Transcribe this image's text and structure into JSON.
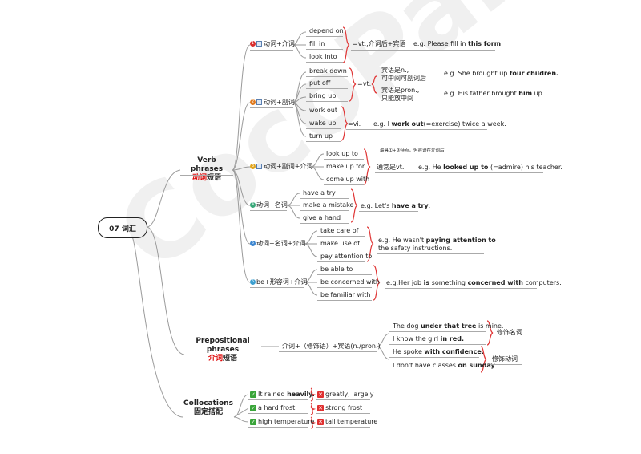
{
  "watermark": "CocoParis",
  "root": "07 词汇",
  "sections": {
    "verb": {
      "en": "Verb phrases",
      "cn_a": "动词",
      "cn_b": "短语"
    },
    "prep": {
      "en": "Prepositional phrases",
      "cn_a": "介词",
      "cn_b": "短语"
    },
    "colloc": {
      "en": "Collocations",
      "cn": "固定搭配"
    }
  },
  "verb_groups": [
    {
      "num": "1",
      "label": "动词+介词",
      "items": [
        "depend on",
        "fill in",
        "look into"
      ],
      "note": "=vt.,介词后+宾语",
      "example_pre": "e.g. Please fill in ",
      "example_bold": "this form",
      "example_post": "."
    },
    {
      "num": "2",
      "label": "动词+副词"
    },
    {
      "num": "3",
      "label": "动词+副词+介词",
      "items": [
        "look up to",
        "make up for",
        "come up with"
      ],
      "tip": "最具①+③特点，但宾语在介词后",
      "note": "通常是vt.",
      "example_pre": "e.g. He ",
      "example_bold": "looked up to",
      "example_post": " (=admire) his teacher."
    },
    {
      "num": "4",
      "label": "动词+名词",
      "items": [
        "have a try",
        "make a mistake",
        "give a hand"
      ],
      "example_pre": "e.g. Let's ",
      "example_bold": "have a try",
      "example_post": "."
    },
    {
      "num": "5",
      "label": "动词+名词+介词",
      "items": [
        "take care of",
        "make use of",
        "pay attention to"
      ],
      "example_line1_pre": "e.g. He wasn't ",
      "example_line1_bold": "paying attention to",
      "example_line2": "the safety instructions."
    },
    {
      "num": "6",
      "label": "be+形容词+介词",
      "items": [
        "be able to",
        "be concerned with",
        "be familiar with"
      ],
      "example_pre": "e.g.Her job ",
      "example_bold1": "is",
      "example_mid": " something ",
      "example_bold2": "concerned with",
      "example_post": " computers."
    }
  ],
  "vt_group": {
    "items": [
      "break down",
      "put off",
      "bring up"
    ],
    "note": "=vt.",
    "case1_l1": "宾语是n.,",
    "case1_l2": "可中间可副词后",
    "case1_ex_pre": "e.g. She brought up ",
    "case1_ex_bold": "four children.",
    "case2_l1": "宾语是pron.,",
    "case2_l2": "只能放中间",
    "case2_ex_pre": "e.g. His father brought ",
    "case2_ex_bold": "him",
    "case2_ex_post": " up."
  },
  "vi_group": {
    "items": [
      "work out",
      "wake up",
      "turn up"
    ],
    "note": "=vi.",
    "ex_pre": "e.g. I ",
    "ex_bold": "work out",
    "ex_post": "(=exercise) twice a week."
  },
  "prep": {
    "formula": "介词+（修饰语）+宾语(n./pron.)",
    "ex1_pre": "The dog ",
    "ex1_bold": "under that tree",
    "ex1_post": " is mine.",
    "ex2_pre": "I know the girl ",
    "ex2_bold": "in red.",
    "tag1": "修饰名词",
    "ex3_pre": "He spoke ",
    "ex3_bold": "with confidence.",
    "ex4_pre": "I don't have classes ",
    "ex4_bold": "on sunday",
    "tag2": "修饰动词"
  },
  "collocations": [
    {
      "good_pre": "It rained ",
      "good_bold": "heavily.",
      "bad": "greatly, largely"
    },
    {
      "good_pre": "a hard frost",
      "good_bold": "",
      "bad": "strong frost"
    },
    {
      "good_pre": "high temperature",
      "good_bold": "",
      "bad": "tall temperature"
    }
  ],
  "colors": {
    "n1": "#d93030",
    "n2": "#e07b1f",
    "n3": "#e0a51f",
    "n4": "#3aa87a",
    "n5": "#3c86d0",
    "n6": "#3c9fd0",
    "line": "#999999",
    "brace": "#e03535",
    "accent": "#d00000"
  }
}
